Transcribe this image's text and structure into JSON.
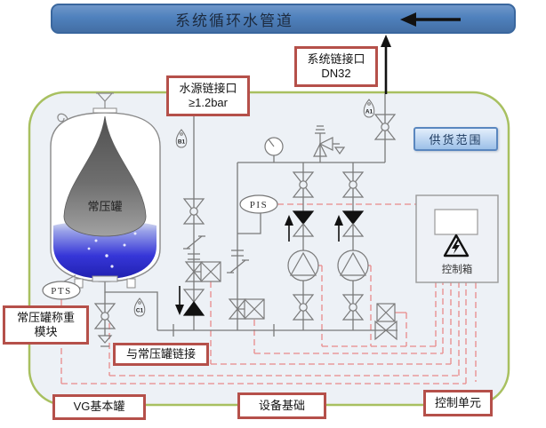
{
  "banner": {
    "title": "系统循环水管道"
  },
  "callouts": {
    "system_port": {
      "line1": "系统链接口",
      "line2": "DN32"
    },
    "water_source": {
      "line1": "水源链接口",
      "line2": "≥1.2bar"
    },
    "weighing_module": {
      "line1": "常压罐称重",
      "line2": "模块"
    },
    "tank_link": {
      "label": "与常压罐链接"
    },
    "vg_tank": {
      "label": "VG基本罐"
    },
    "equipment_base": {
      "label": "设备基础"
    },
    "control_unit": {
      "label": "控制单元"
    }
  },
  "supply_scope_button": {
    "label": "供货范围"
  },
  "diagram": {
    "tank_label": "常压罐",
    "control_box_label": "控制箱",
    "instruments": {
      "pts": "PTS",
      "pis": "PIS"
    },
    "tags": {
      "a1": "A1",
      "b1": "B1",
      "c1": "C1"
    }
  },
  "colors": {
    "banner_blue": "#4f81bd",
    "callout_red": "#b5504a",
    "boundary_green": "#a8c060",
    "pipe_gray": "#7a7a7a",
    "cable_red": "#e98a8a",
    "water_blue": "#2f2fd6",
    "button_blue": "#9cc0e8"
  }
}
